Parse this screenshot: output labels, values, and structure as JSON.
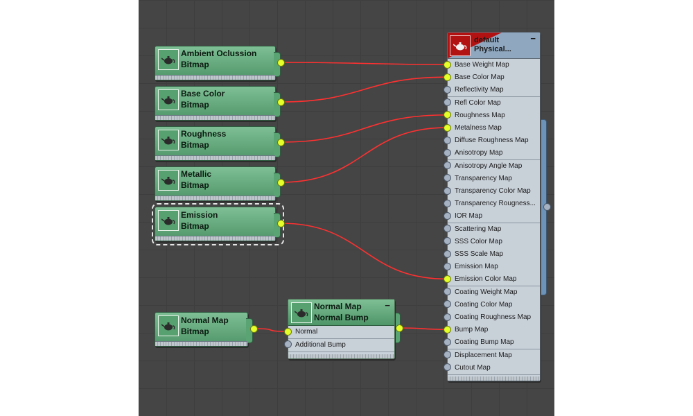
{
  "bitmap_nodes": [
    {
      "title": "Ambient Oclussion",
      "type": "Bitmap"
    },
    {
      "title": "Base Color",
      "type": "Bitmap"
    },
    {
      "title": "Roughness",
      "type": "Bitmap"
    },
    {
      "title": "Metallic",
      "type": "Bitmap"
    },
    {
      "title": "Emission",
      "type": "Bitmap",
      "selected": true
    },
    {
      "title": "Normal Map",
      "type": "Bitmap"
    }
  ],
  "normal_bump": {
    "title": "Normal Map",
    "type": "Normal Bump",
    "collapse": "−",
    "inputs": [
      "Normal",
      "Additional Bump"
    ]
  },
  "material": {
    "title_line1": "default",
    "title_line2": "Physical...",
    "collapse": "−",
    "slots": [
      "Base Weight Map",
      "Base Color Map",
      "Reflectivity Map",
      "Refl Color Map",
      "Roughness Map",
      "Metalness Map",
      "Diffuse Roughness Map",
      "Anisotropy Map",
      "Anisotropy Angle Map",
      "Transparency Map",
      "Transparency Color Map",
      "Transparency  Rougness...",
      "IOR Map",
      "Scattering Map",
      "SSS Color Map",
      "SSS Scale Map",
      "Emission Map",
      "Emission Color Map",
      "Coating Weight Map",
      "Coating Color Map",
      "Coating Roughness Map",
      "Bump Map",
      "Coating Bump Map",
      "Displacement Map",
      "Cutout Map"
    ],
    "connected_slots": [
      0,
      1,
      4,
      5,
      17,
      21
    ]
  },
  "colors": {
    "wire": "#ff3030",
    "socket_on": "#e4ff2a",
    "socket_off": "#a6b2c2",
    "bitmap_node": "#5aa474",
    "material_header": "#b31212"
  },
  "icons": {
    "node": "teapot-icon"
  }
}
